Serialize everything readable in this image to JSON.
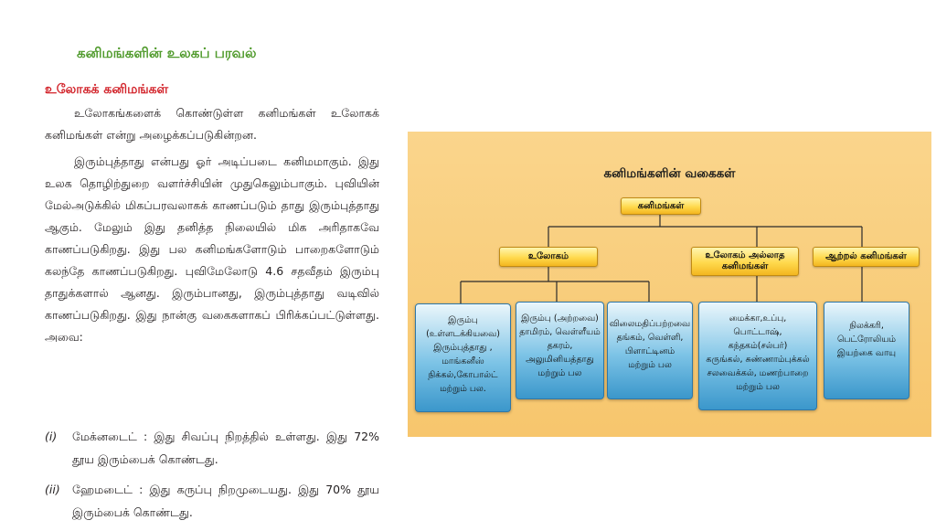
{
  "heading": "கனிமங்களின் உலகப் பரவல்",
  "subheading": "உலோகக் கனிமங்கள்",
  "paragraphs": [
    "உலோகங்களைக் கொண்டுள்ள கனிமங்கள் உலோகக் கனிமங்கள் என்று அழைக்கப்படுகின்றன.",
    "இரும்புத்தாது என்பது ஓர் அடிப்படை கனிமமாகும். இது உலக தொழிற்துறை வளர்ச்சியின் முதுகெலும்பாகும். புவியின் மேல்அடுக்கில் மிகப்பரவலாகக் காணப்படும் தாது இரும்புத்தாது ஆகும். மேலும் இது தனித்த நிலையில் மிக அரிதாகவே காணப்படுகிறது. இது பல கனிமங்களோடும் பாறைகளோடும் கலந்தே காணப்படுகிறது. புவிமேலோடு 4.6 சதவீதம் இரும்பு தாதுக்களால் ஆனது. இரும்பானது, இரும்புத்தாது வடிவில் காணப்படுகிறது. இது நான்கு வகைகளாகப் பிரிக்கப்பட்டுள்ளது. அவை:"
  ],
  "list": [
    {
      "marker": "(i)",
      "text": "மேக்னடைட் : இது சிவப்பு நிறத்தில் உள்ளது. இது 72% தூய இரும்பைக் கொண்டது."
    },
    {
      "marker": "(ii)",
      "text": "ஹேமடைட் : இது கருப்பு நிறமுடையது. இது 70% தூய இரும்பைக் கொண்டது."
    }
  ],
  "diagram": {
    "title": "கனிமங்களின் வகைகள்",
    "root": "கனிமங்கள்",
    "categories": [
      {
        "label": "உலோகம்"
      },
      {
        "label": "உலோகம் அல்லாத கனிமங்கள்"
      },
      {
        "label": "ஆற்றல் கனிமங்கள்"
      }
    ],
    "leaves": [
      {
        "lines": [
          "இரும்பு",
          "(உள்ளடக்கியவை)",
          "இரும்புத்தாது ,",
          "மாங்கனீஸ்",
          "நிக்கல்,கோபால்ட்",
          "மற்றும் பல."
        ]
      },
      {
        "lines": [
          "இரும்பு (அற்றவை)",
          "தாமிரம், வெள்ளீயம்",
          "தகரம்,",
          "அலுமினியத்தாது",
          "மற்றும் பல"
        ]
      },
      {
        "lines": [
          "விலைமதிப்பற்றவை",
          "தங்கம், வெள்ளி,",
          "பிளாட்டினம்",
          "மற்றும் பல"
        ]
      },
      {
        "lines": [
          "மைக்கா,உப்பு,",
          "பொட்டாஷ்,",
          "கந்தகம்(சல்பர்)",
          "கருங்கல், சுண்ணாம்புக்கல்",
          "சலவைக்கல், மணற்பாறை",
          "மற்றும் பல"
        ]
      },
      {
        "lines": [
          "நிலக்கரி,",
          "பெட்ரோலியம்",
          "இயற்கை வாயு"
        ]
      }
    ]
  },
  "colors": {
    "heading": "#4f9a2b",
    "subheading": "#d2232a",
    "panel": "#f7c66d",
    "node": "#ffd94d",
    "leaf": "#7cc3e6",
    "link": "#2b2b2b"
  }
}
